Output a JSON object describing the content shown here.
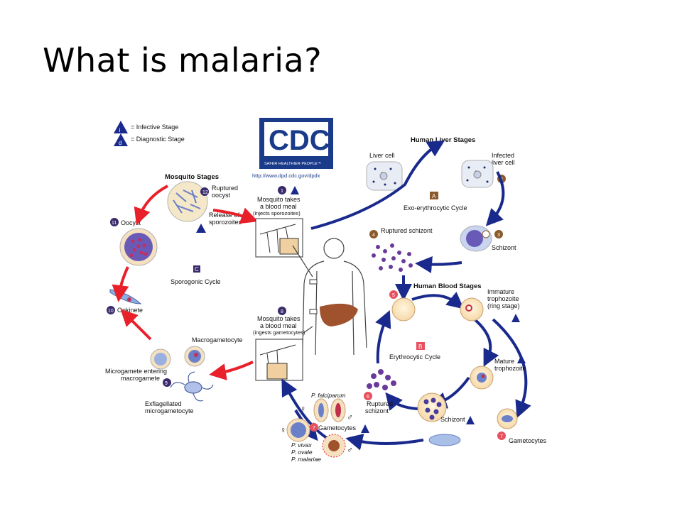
{
  "slide": {
    "title": "What is malaria?"
  },
  "legend": {
    "infective": "= Infective Stage",
    "diagnostic": "= Diagnostic Stage",
    "i_glyph": "i",
    "d_glyph": "d"
  },
  "cdc": {
    "logo_text": "CDC",
    "tagline": "SAFER·HEALTHIER·PEOPLE™",
    "url": "http://www.dpd.cdc.gov/dpdx"
  },
  "mosquito_stages": {
    "header": "Mosquito Stages",
    "ruptured_oocyst": [
      "Ruptured",
      "oocyst"
    ],
    "release": [
      "Release of",
      "sporozoites"
    ],
    "oocyst": "Oocyst",
    "ookinete": "Ookinete",
    "macrogametocyte": "Macrogametocyte",
    "microgamete": [
      "Microgamete entering",
      "macrogamete"
    ],
    "exflagellated": [
      "Exflagellated",
      "microgametocyte"
    ],
    "cycle_letter": "C",
    "cycle_name": "Sporogonic Cycle"
  },
  "mosquito_meal1": [
    "Mosquito takes",
    "a blood meal",
    "(injects sporozoites)"
  ],
  "mosquito_meal2": [
    "Mosquito takes",
    "a blood meal",
    "(ingests gametocytes)"
  ],
  "liver_stages": {
    "header": "Human Liver Stages",
    "liver_cell": "Liver cell",
    "infected": [
      "Infected",
      "liver cell"
    ],
    "cycle_letter": "A",
    "cycle_name": "Exo-erythrocytic Cycle",
    "ruptured_schizont": "Ruptured schizont",
    "schizont": "Schizont"
  },
  "blood_stages": {
    "header": "Human Blood Stages",
    "immature": [
      "Immature",
      "trophozoite",
      "(ring stage)"
    ],
    "cycle_letter": "B",
    "cycle_name": "Erythrocytic Cycle",
    "mature": [
      "Mature",
      "trophozoite"
    ],
    "schizont": "Schizont",
    "ruptured": [
      "Ruptured",
      "schizont"
    ],
    "gametocytes": "Gametocytes",
    "falciparum": "P. falciparum",
    "gametocytes2": "Gametocytes",
    "species": [
      "P. vivax",
      "P. ovale",
      "P. malariae"
    ]
  },
  "steps": [
    "1",
    "2",
    "3",
    "4",
    "5",
    "6",
    "7",
    "8",
    "9",
    "10",
    "11",
    "12"
  ],
  "symbols": {
    "female": "♀",
    "male": "♂"
  },
  "colors": {
    "blue_arrow": "#1a2a8c",
    "red_arrow": "#e8202a",
    "step_brown": "#8a5a2b",
    "step_red": "#e85060",
    "step_purple": "#3a2a6c",
    "cell_blue": "#9ab0e0",
    "parasite_red": "#c0304a"
  }
}
